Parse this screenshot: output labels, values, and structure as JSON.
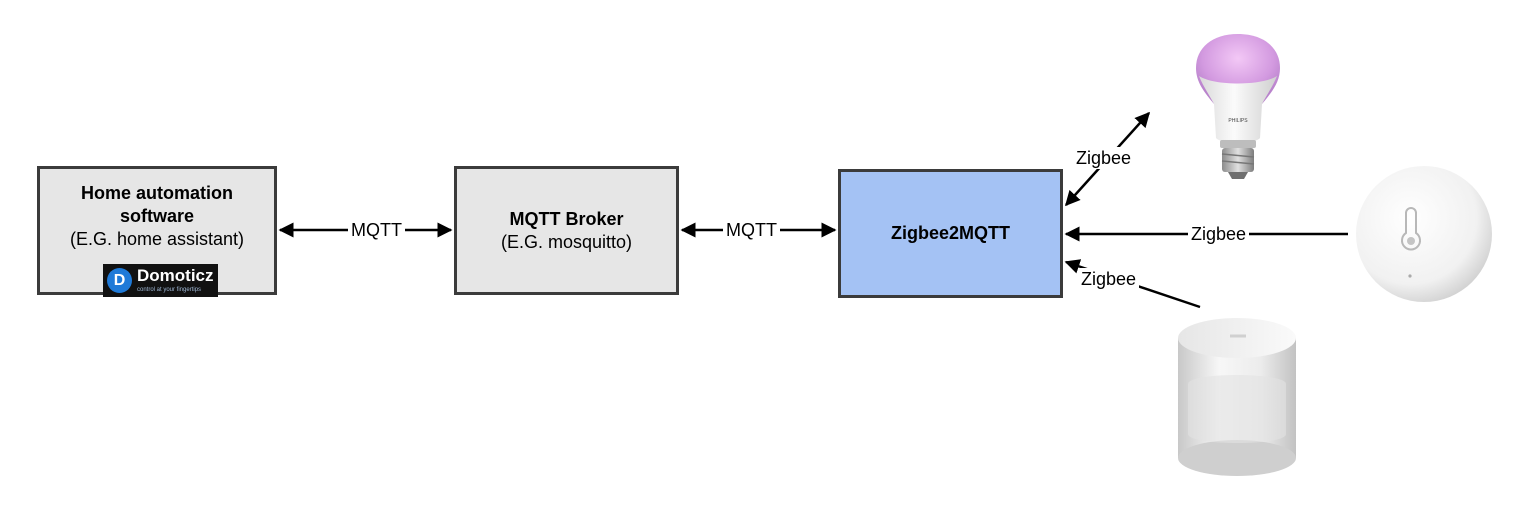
{
  "nodes": {
    "home": {
      "title": "Home automation software",
      "subtitle": "(E.G. home assistant)"
    },
    "broker": {
      "title": "MQTT Broker",
      "subtitle": "(E.G. mosquitto)"
    },
    "z2m": {
      "title": "Zigbee2MQTT"
    }
  },
  "badge": {
    "name": "Domoticz",
    "tagline": "control at your fingertips"
  },
  "edges": {
    "home_broker": "MQTT",
    "broker_z2m": "MQTT",
    "bulb": "Zigbee",
    "sensor": "Zigbee",
    "motion": "Zigbee"
  },
  "devices": {
    "bulb_brand": "PHILIPS"
  },
  "colors": {
    "z2m_fill": "#a4c2f4",
    "box_fill": "#e6e6e6",
    "border": "#3b3b3b"
  },
  "icons": [
    "domoticz-logo-icon",
    "hue-bulb-icon",
    "temperature-sensor-icon",
    "motion-sensor-icon"
  ]
}
